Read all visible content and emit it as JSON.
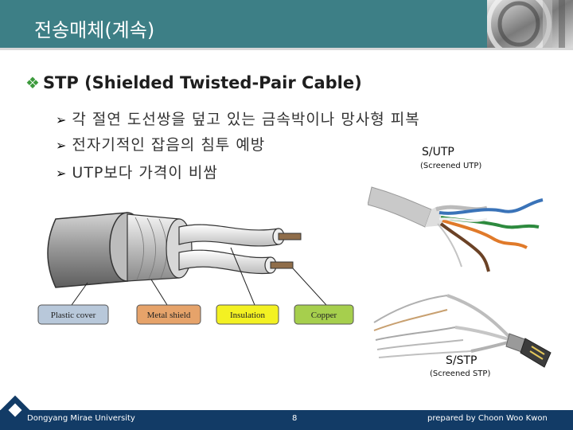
{
  "header": {
    "title": "전송매체(계속)"
  },
  "content": {
    "heading": "STP (Shielded Twisted-Pair Cable)",
    "bullets": [
      "각 절연 도선쌍을 덮고 있는 금속박이나 망사형 피복",
      "전자기적인 잡음의 침투 예방",
      "UTP보다 가격이 비쌈"
    ]
  },
  "diagram": {
    "labels": [
      "Plastic cover",
      "Metal shield",
      "Insulation",
      "Copper"
    ],
    "colors": {
      "plastic": "#b8c8da",
      "metal": "#e6a36a",
      "insulation": "#f3f122",
      "copper": "#a6cf4d"
    }
  },
  "photos": {
    "utp_title": "S/UTP",
    "utp_sub": "(Screened UTP)",
    "stp_title": "S/STP",
    "stp_sub": "(Screened STP)"
  },
  "footer": {
    "left": "Dongyang Mirae University",
    "page": "8",
    "right": "prepared by Choon Woo Kwon"
  },
  "colors": {
    "header": "#3d7f86",
    "footer": "#123b66",
    "bullet_diamond": "#3c9a3c"
  }
}
